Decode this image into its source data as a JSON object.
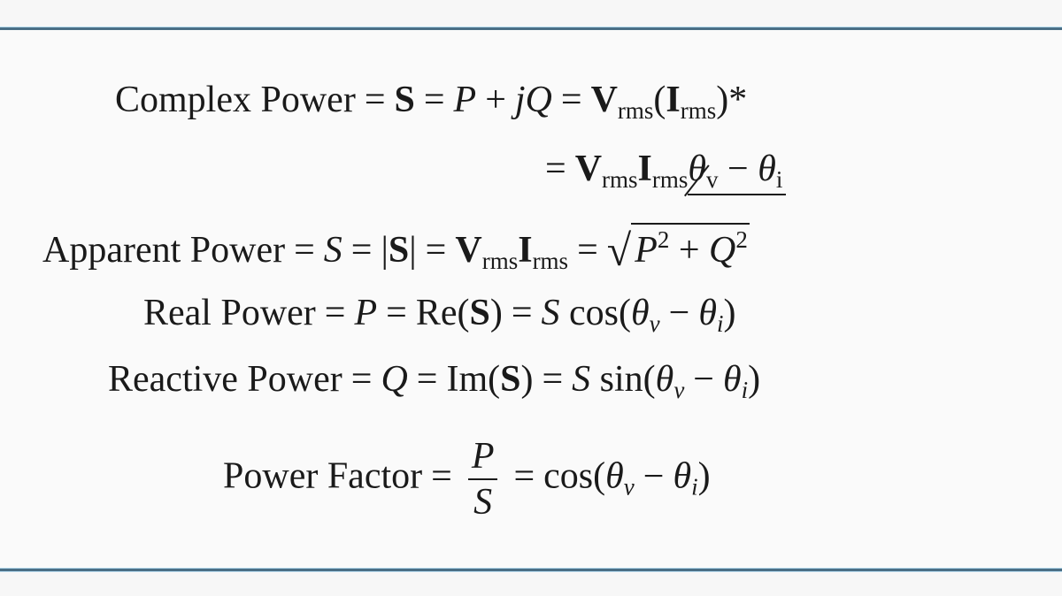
{
  "colors": {
    "rule": "#4a6f86",
    "background": "#f7f7f7"
  },
  "equations": [
    {
      "id": "complex-power",
      "parts": [
        {
          "t": "Complex Power",
          "s": "r"
        },
        {
          "t": "=",
          "s": "op"
        },
        {
          "t": "S",
          "s": "b"
        },
        {
          "t": "=",
          "s": "op"
        },
        {
          "t": "P",
          "s": "i"
        },
        {
          "t": "+",
          "s": "op"
        },
        {
          "t": "jQ",
          "s": "i"
        },
        {
          "t": "=",
          "s": "op"
        },
        {
          "t": "V",
          "s": "b"
        },
        {
          "t": "rms",
          "s": "sub"
        },
        {
          "t": "(",
          "s": "r"
        },
        {
          "t": "I",
          "s": "b"
        },
        {
          "t": "rms",
          "s": "sub"
        },
        {
          "t": ")*",
          "s": "r"
        }
      ]
    },
    {
      "id": "complex-power-polar",
      "parts": [
        {
          "t": "=",
          "s": "op"
        },
        {
          "t": "V",
          "s": "b"
        },
        {
          "t": "rms",
          "s": "sub"
        },
        {
          "t": "I",
          "s": "b"
        },
        {
          "t": "rms",
          "s": "sub"
        },
        {
          "t": "θ",
          "s": "angle-i"
        },
        {
          "t": "v",
          "s": "angle-sub"
        },
        {
          "t": " − ",
          "s": "angle-r"
        },
        {
          "t": "θ",
          "s": "angle-i"
        },
        {
          "t": "i",
          "s": "angle-sub"
        }
      ]
    },
    {
      "id": "apparent-power",
      "parts": [
        {
          "t": "Apparent Power",
          "s": "r"
        },
        {
          "t": "=",
          "s": "op"
        },
        {
          "t": "S",
          "s": "i"
        },
        {
          "t": "=",
          "s": "op"
        },
        {
          "t": "|",
          "s": "r"
        },
        {
          "t": "S",
          "s": "b"
        },
        {
          "t": "|",
          "s": "r"
        },
        {
          "t": "=",
          "s": "op"
        },
        {
          "t": "V",
          "s": "b"
        },
        {
          "t": "rms",
          "s": "sub"
        },
        {
          "t": "I",
          "s": "b"
        },
        {
          "t": "rms",
          "s": "sub"
        },
        {
          "t": "=",
          "s": "op"
        },
        {
          "t": "√",
          "s": "rad"
        },
        {
          "t": "P",
          "s": "sqrt-i"
        },
        {
          "t": "2",
          "s": "sqrt-sup"
        },
        {
          "t": " + ",
          "s": "sqrt-r"
        },
        {
          "t": "Q",
          "s": "sqrt-i"
        },
        {
          "t": "2",
          "s": "sqrt-sup"
        }
      ]
    },
    {
      "id": "real-power",
      "parts": [
        {
          "t": "Real Power",
          "s": "r"
        },
        {
          "t": "=",
          "s": "op"
        },
        {
          "t": "P",
          "s": "i"
        },
        {
          "t": "=",
          "s": "op"
        },
        {
          "t": "Re(",
          "s": "r"
        },
        {
          "t": "S",
          "s": "b"
        },
        {
          "t": ")",
          "s": "r"
        },
        {
          "t": "=",
          "s": "op"
        },
        {
          "t": "S",
          "s": "i"
        },
        {
          "t": " cos(",
          "s": "r"
        },
        {
          "t": "θ",
          "s": "i"
        },
        {
          "t": "v",
          "s": "isub"
        },
        {
          "t": "−",
          "s": "op"
        },
        {
          "t": "θ",
          "s": "i"
        },
        {
          "t": "i",
          "s": "isub"
        },
        {
          "t": ")",
          "s": "r"
        }
      ]
    },
    {
      "id": "reactive-power",
      "parts": [
        {
          "t": "Reactive Power",
          "s": "r"
        },
        {
          "t": "=",
          "s": "op"
        },
        {
          "t": "Q",
          "s": "i"
        },
        {
          "t": "=",
          "s": "op"
        },
        {
          "t": "Im(",
          "s": "r"
        },
        {
          "t": "S",
          "s": "b"
        },
        {
          "t": ")",
          "s": "r"
        },
        {
          "t": "=",
          "s": "op"
        },
        {
          "t": "S",
          "s": "i"
        },
        {
          "t": " sin(",
          "s": "r"
        },
        {
          "t": "θ",
          "s": "i"
        },
        {
          "t": "v",
          "s": "isub"
        },
        {
          "t": "−",
          "s": "op"
        },
        {
          "t": "θ",
          "s": "i"
        },
        {
          "t": "i",
          "s": "isub"
        },
        {
          "t": ")",
          "s": "r"
        }
      ]
    },
    {
      "id": "power-factor",
      "parts": [
        {
          "t": "Power Factor",
          "s": "r"
        },
        {
          "t": "=",
          "s": "op"
        },
        {
          "t": "P",
          "s": "frac-num"
        },
        {
          "t": "S",
          "s": "frac-den"
        },
        {
          "t": "=",
          "s": "op"
        },
        {
          "t": "cos(",
          "s": "r"
        },
        {
          "t": "θ",
          "s": "i"
        },
        {
          "t": "v",
          "s": "isub"
        },
        {
          "t": "−",
          "s": "op"
        },
        {
          "t": "θ",
          "s": "i"
        },
        {
          "t": "i",
          "s": "isub"
        },
        {
          "t": ")",
          "s": "r"
        }
      ]
    }
  ]
}
